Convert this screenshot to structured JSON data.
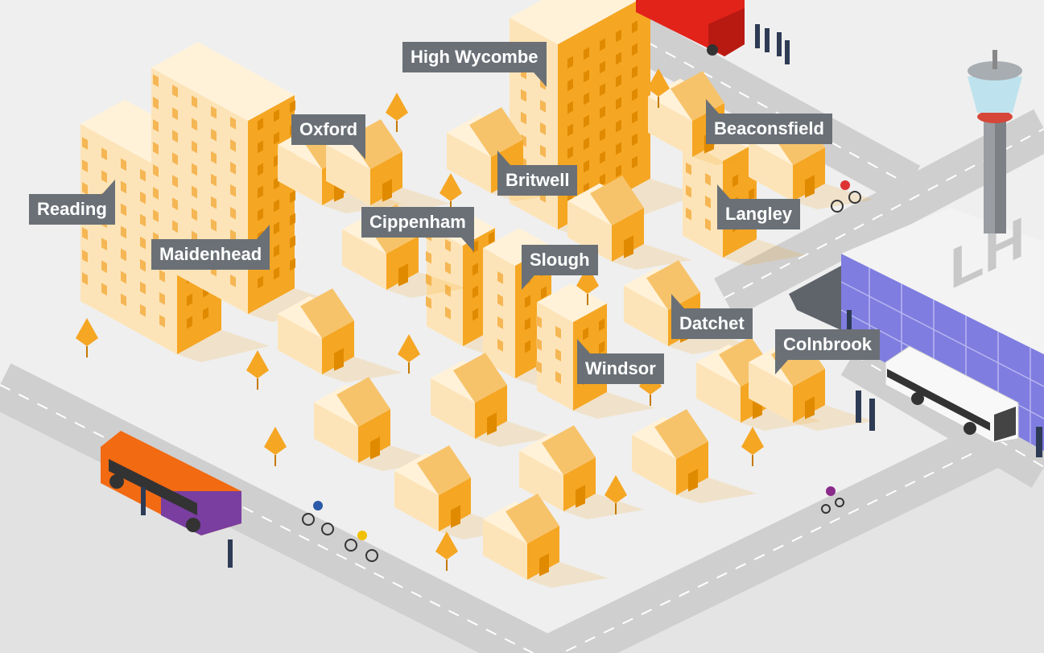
{
  "map": {
    "locations": [
      {
        "name": "High Wycombe"
      },
      {
        "name": "Oxford"
      },
      {
        "name": "Reading"
      },
      {
        "name": "Maidenhead"
      },
      {
        "name": "Britwell"
      },
      {
        "name": "Beaconsfield"
      },
      {
        "name": "Cippenham"
      },
      {
        "name": "Langley"
      },
      {
        "name": "Slough"
      },
      {
        "name": "Datchet"
      },
      {
        "name": "Windsor"
      },
      {
        "name": "Colnbrook"
      }
    ],
    "airport_roof_text": "LH",
    "colors": {
      "label_bg": "#6a7076",
      "building_light": "#fde4b8",
      "building_orange": "#f5a623",
      "glass": "#7f7de0"
    }
  }
}
